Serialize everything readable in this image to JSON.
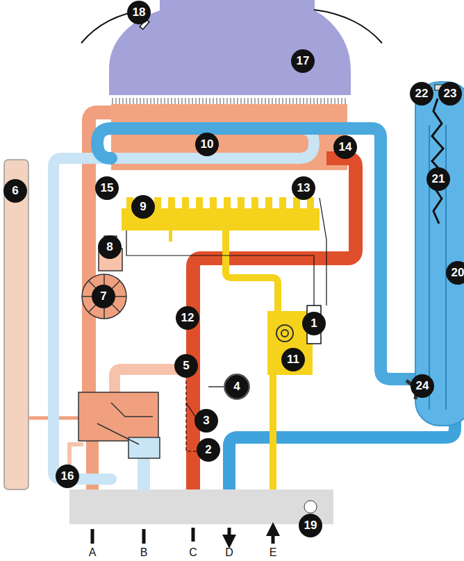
{
  "diagram": {
    "labels": [
      "1",
      "2",
      "3",
      "4",
      "5",
      "6",
      "7",
      "8",
      "9",
      "10",
      "11",
      "12",
      "13",
      "14",
      "15",
      "16",
      "17",
      "18",
      "19",
      "20",
      "21",
      "22",
      "23",
      "24",
      "A",
      "B",
      "C",
      "D",
      "E"
    ]
  }
}
